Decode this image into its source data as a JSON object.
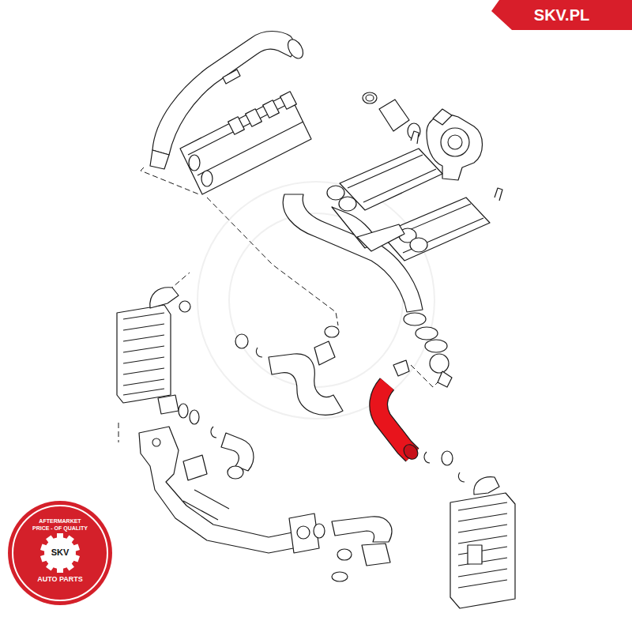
{
  "diagram": {
    "nodes": [
      {
        "text": [
          "SKV.PL"
        ]
      },
      {
        "text": [
          "AFTERMARKET PRICE - OF QUALITY",
          "SKV",
          "AUTO PARTS"
        ]
      }
    ]
  }
}
